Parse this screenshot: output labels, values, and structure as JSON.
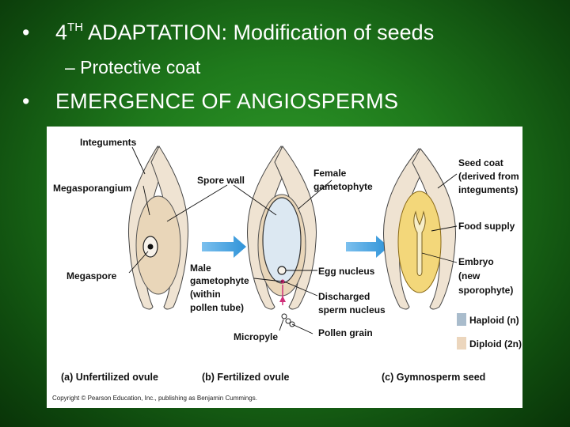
{
  "slide": {
    "bullet1_dot": "•",
    "bullet1_pre": "4",
    "bullet1_sup": "TH",
    "bullet1_post": " ADAPTATION: Modification of seeds",
    "sub1": "– Protective coat",
    "bullet2_dot": "•",
    "bullet2": "EMERGENCE OF ANGIOSPERMS"
  },
  "figure": {
    "labels": {
      "integuments": "Integuments",
      "megasporangium": "Megasporangium",
      "megaspore": "Megaspore",
      "spore_wall": "Spore wall",
      "female1": "Female",
      "female2": "gametophyte",
      "male1": "Male",
      "male2": "gametophyte",
      "male3": "(within",
      "male4": "pollen tube)",
      "micropyle": "Micropyle",
      "egg_nucleus": "Egg nucleus",
      "discharged1": "Discharged",
      "discharged2": "sperm nucleus",
      "pollen_grain": "Pollen grain",
      "seed_coat1": "Seed coat",
      "seed_coat2": "(derived from",
      "seed_coat3": "integuments)",
      "food_supply": "Food supply",
      "embryo1": "Embryo",
      "embryo2": "(new",
      "embryo3": "sporophyte)",
      "haploid": "Haploid (n)",
      "diploid": "Diploid (2n)"
    },
    "captions": {
      "a": "(a) Unfertilized ovule",
      "b": "(b) Fertilized ovule",
      "c": "(c) Gymnosperm seed"
    },
    "copyright": "Copyright © Pearson Education, Inc., publishing as Benjamin Cummings.",
    "colors": {
      "arrow": "#2f93d8",
      "integument": "#efe3d2",
      "megasporangium": "#e9d6b9",
      "haploid": "#a9bccc",
      "diploid": "#ecd6bd",
      "food_supply": "#f3d77a",
      "embryo": "#f7eec8"
    }
  }
}
